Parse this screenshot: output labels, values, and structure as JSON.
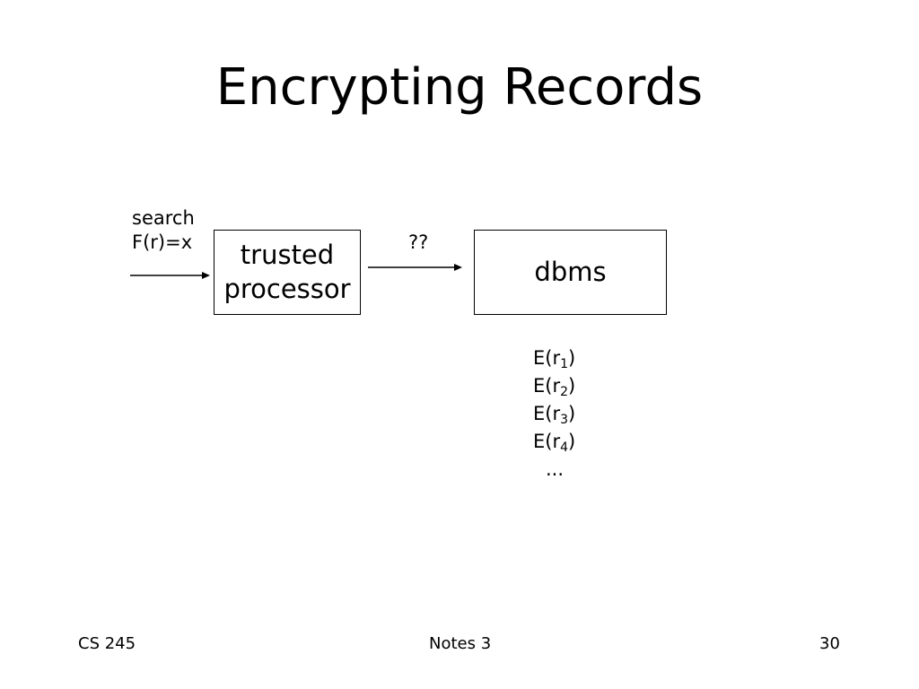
{
  "slide": {
    "title": "Encrypting Records",
    "input_label": [
      "search",
      "F(r)=x"
    ],
    "trusted_box": [
      "trusted",
      "processor"
    ],
    "link_label": "??",
    "dbms_box": "dbms",
    "records": [
      {
        "base": "E(r",
        "sub": "1",
        "end": ")"
      },
      {
        "base": "E(r",
        "sub": "2",
        "end": ")"
      },
      {
        "base": "E(r",
        "sub": "3",
        "end": ")"
      },
      {
        "base": "E(r",
        "sub": "4",
        "end": ")"
      }
    ],
    "records_more": "..."
  },
  "footer": {
    "course": "CS 245",
    "notes": "Notes 3",
    "page": "30"
  }
}
